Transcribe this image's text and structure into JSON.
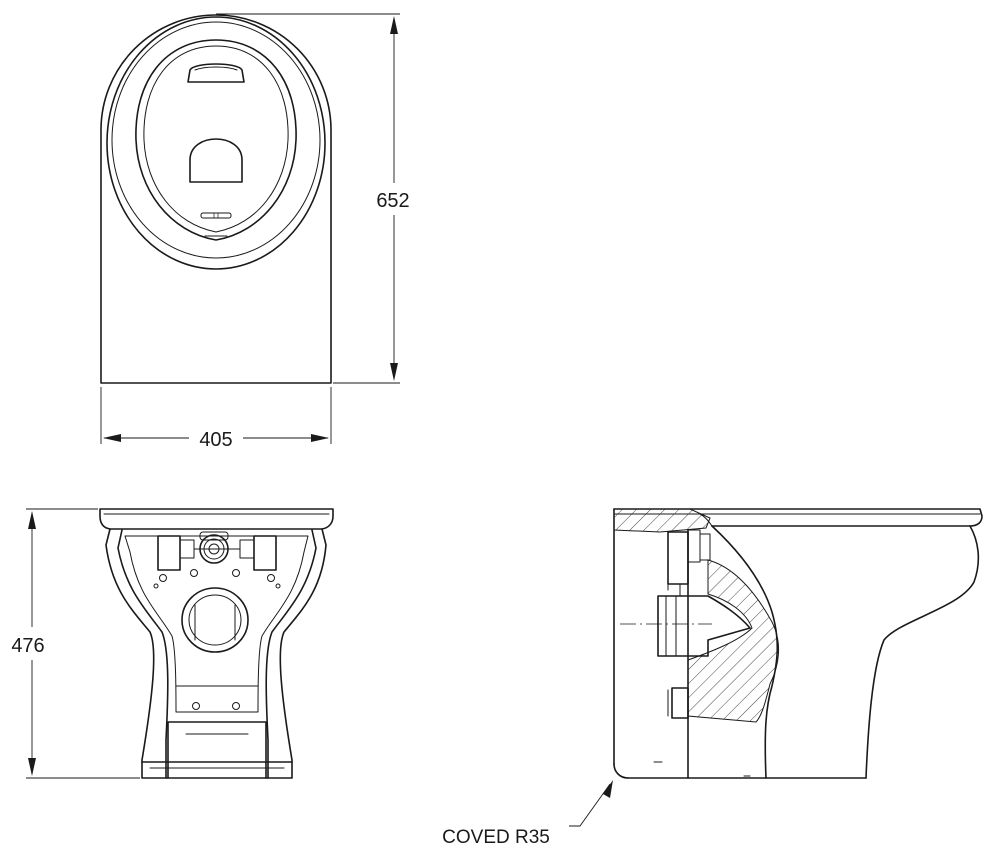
{
  "dimensions": {
    "plan_depth": "652",
    "plan_width": "405",
    "front_height": "476"
  },
  "annotations": {
    "coved_radius": "COVED R35"
  }
}
